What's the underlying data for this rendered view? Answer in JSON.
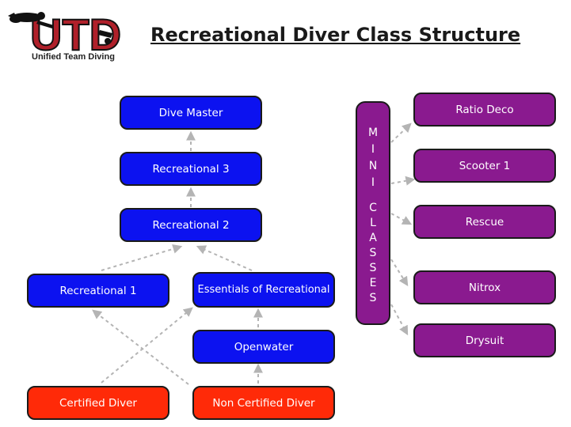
{
  "brand": {
    "logo_text": "UTD",
    "tagline": "Unified Team Diving"
  },
  "title": "Recreational Diver Class Structure",
  "boxes": {
    "dive_master": "Dive Master",
    "recreational_3": "Recreational 3",
    "recreational_2": "Recreational 2",
    "recreational_1": "Recreational 1",
    "essentials": "Essentials of Recreational",
    "openwater": "Openwater",
    "certified_diver": "Certified Diver",
    "non_certified_diver": "Non Certified Diver"
  },
  "mini_classes": {
    "letters": [
      "M",
      "I",
      "N",
      "I",
      "C",
      "L",
      "A",
      "S",
      "S",
      "E",
      "S"
    ],
    "items": [
      "Ratio Deco",
      "Scooter 1",
      "Rescue",
      "Nitrox",
      "Drysuit"
    ]
  },
  "colors": {
    "core_path": "#0c12f0",
    "entry": "#ff2a08",
    "mini": "#8a1a8f",
    "logo_red": "#b0202a",
    "arrow": "#b4b4b4"
  },
  "icons": [
    "diver-icon"
  ]
}
